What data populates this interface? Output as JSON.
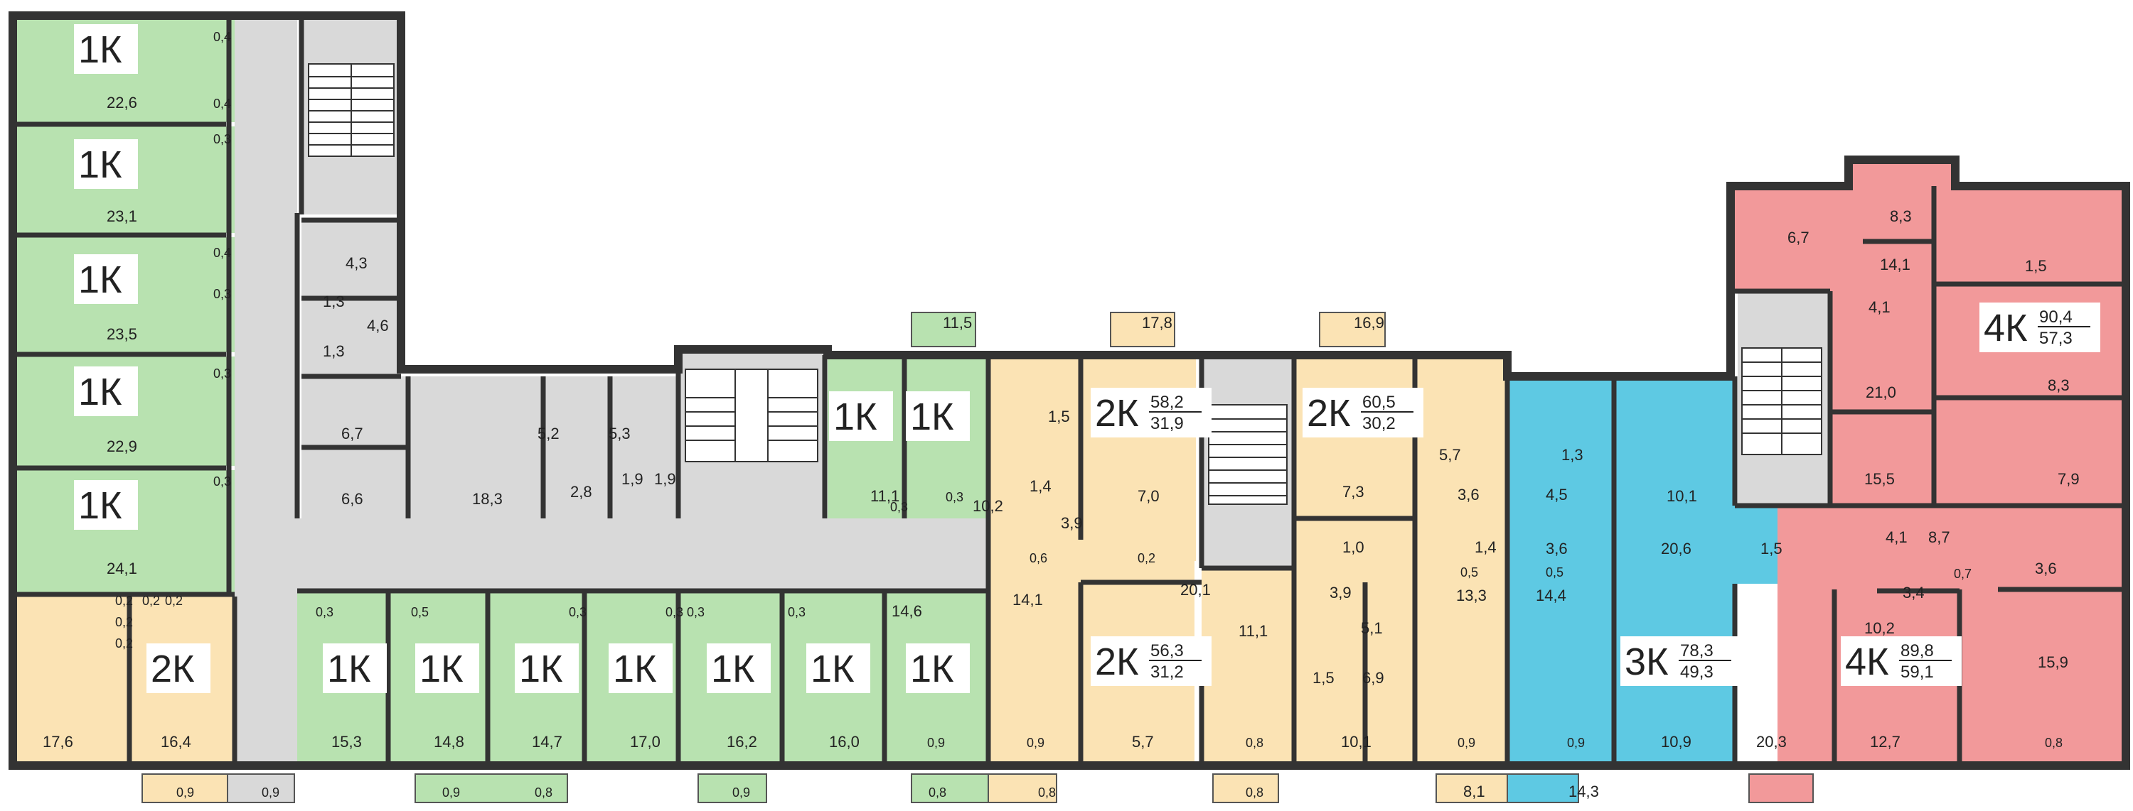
{
  "colors": {
    "green": "#b8e2b0",
    "green_dark": "#9fd494",
    "yellow": "#fbe3b4",
    "blue": "#5ec9e3",
    "red": "#f2999a",
    "corridor": "#d9d9d9",
    "wall": "#333333",
    "label_bg": "#ffffff"
  },
  "apartments": [
    {
      "type": "1К"
    },
    {
      "type": "1К"
    },
    {
      "type": "1К"
    },
    {
      "type": "1К"
    },
    {
      "type": "1К"
    },
    {
      "type": "2К"
    },
    {
      "type": "1К"
    },
    {
      "type": "1К"
    },
    {
      "type": "1К"
    },
    {
      "type": "1К"
    },
    {
      "type": "1К"
    },
    {
      "type": "1К"
    },
    {
      "type": "1К"
    },
    {
      "type": "1К"
    },
    {
      "type": "1К"
    },
    {
      "type": "2К",
      "total": "58,2",
      "living": "31,9"
    },
    {
      "type": "2К",
      "total": "56,3",
      "living": "31,2"
    },
    {
      "type": "2К",
      "total": "60,5",
      "living": "30,2"
    },
    {
      "type": "3К",
      "total": "78,3",
      "living": "49,3"
    },
    {
      "type": "4К",
      "total": "90,4",
      "living": "57,3"
    },
    {
      "type": "4К",
      "total": "89,8",
      "living": "59,1"
    }
  ],
  "areas": [
    "22,6",
    "0,4",
    "0,4",
    "0,3",
    "23,1",
    "0,4",
    "0,3",
    "23,5",
    "0,3",
    "22,9",
    "0,3",
    "24,1",
    "0,2",
    "0,2",
    "0,2",
    "0,2",
    "0,2",
    "17,6",
    "16,4",
    "0,9",
    "0,9",
    "4,3",
    "1,3",
    "4,6",
    "1,3",
    "6,7",
    "6,6",
    "18,3",
    "5,2",
    "5,3",
    "2,8",
    "1,9",
    "1,9",
    "0,3",
    "0,5",
    "0,3",
    "0,3",
    "0,3",
    "0,3",
    "14,6",
    "15,3",
    "14,8",
    "14,7",
    "17,0",
    "16,2",
    "16,0",
    "0,9",
    "0,9",
    "0,8",
    "0,9",
    "0,8",
    "11,5",
    "11,1",
    "0,3",
    "0,3",
    "10,2",
    "1,5",
    "1,4",
    "3,9",
    "0,6",
    "14,1",
    "0,9",
    "0,8",
    "17,8",
    "7,0",
    "0,2",
    "20,1",
    "5,7",
    "11,1",
    "0,8",
    "0,8",
    "16,9",
    "7,3",
    "1,0",
    "3,9",
    "5,1",
    "1,5",
    "6,9",
    "10,1",
    "5,7",
    "1,4",
    "3,6",
    "0,5",
    "13,3",
    "0,9",
    "8,1",
    "1,3",
    "4,5",
    "3,6",
    "0,5",
    "14,4",
    "0,9",
    "14,3",
    "10,1",
    "20,6",
    "10,9",
    "6,7",
    "8,3",
    "14,1",
    "1,5",
    "4,1",
    "21,0",
    "8,3",
    "15,5",
    "7,9",
    "1,5",
    "4,1",
    "8,7",
    "3,6",
    "0,7",
    "3,4",
    "10,2",
    "15,9",
    "20,3",
    "12,7",
    "0,8"
  ]
}
